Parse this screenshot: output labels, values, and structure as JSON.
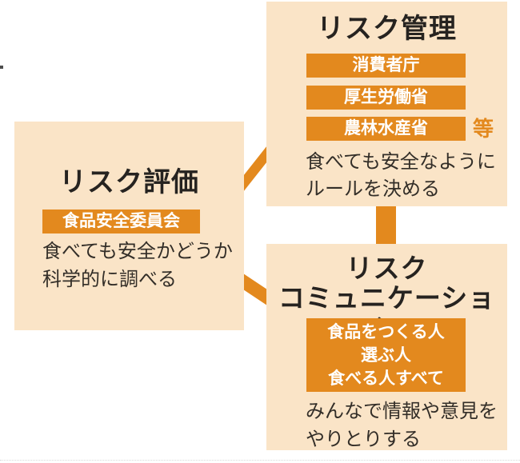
{
  "colors": {
    "accent_orange": "#E3891E",
    "panel_beige": "#FAE4C7",
    "text_dark": "#2B2622",
    "badge_text": "#FFFFFF"
  },
  "diagram": {
    "risk_assessment": {
      "title": "リスク評価",
      "agency_badge": "食品安全委員会",
      "description_lines": [
        "食べても安全かどうか",
        "科学的に調べる"
      ]
    },
    "risk_management": {
      "title": "リスク管理",
      "agency_badges": [
        "消費者庁",
        "厚生労働省",
        "農林水産省"
      ],
      "etc_label": "等",
      "description_lines": [
        "食べても安全なように",
        "ルールを決める"
      ]
    },
    "risk_communication": {
      "title_lines": [
        "リスク",
        "コミュニケーション"
      ],
      "participants_badge_lines": [
        "食品をつくる人",
        "選ぶ人",
        "食べる人すべて"
      ],
      "description_lines": [
        "みんなで情報や意見を",
        "やりとりする"
      ]
    }
  }
}
